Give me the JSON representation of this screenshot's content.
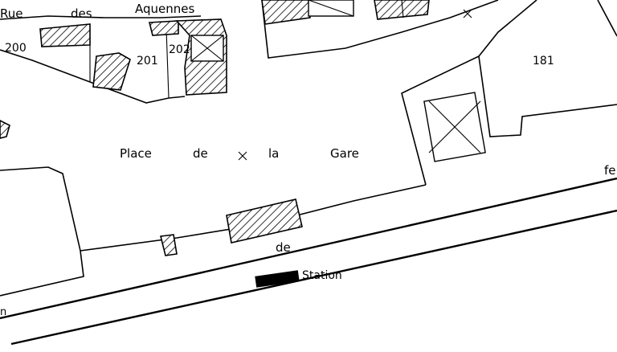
{
  "streets": {
    "rue": "Rue",
    "des": "des",
    "aquennes": "Aquennes"
  },
  "parcels": {
    "p200": "200",
    "p201": "201",
    "p202": "202",
    "p181": "181"
  },
  "square": {
    "place": "Place",
    "de": "de",
    "la": "la",
    "gare": "Gare"
  },
  "station": {
    "de": "de",
    "label": "Station"
  },
  "edge": {
    "fe": "fe",
    "n": "n"
  },
  "colors": {
    "ink": "#000000",
    "paper": "#ffffff"
  }
}
